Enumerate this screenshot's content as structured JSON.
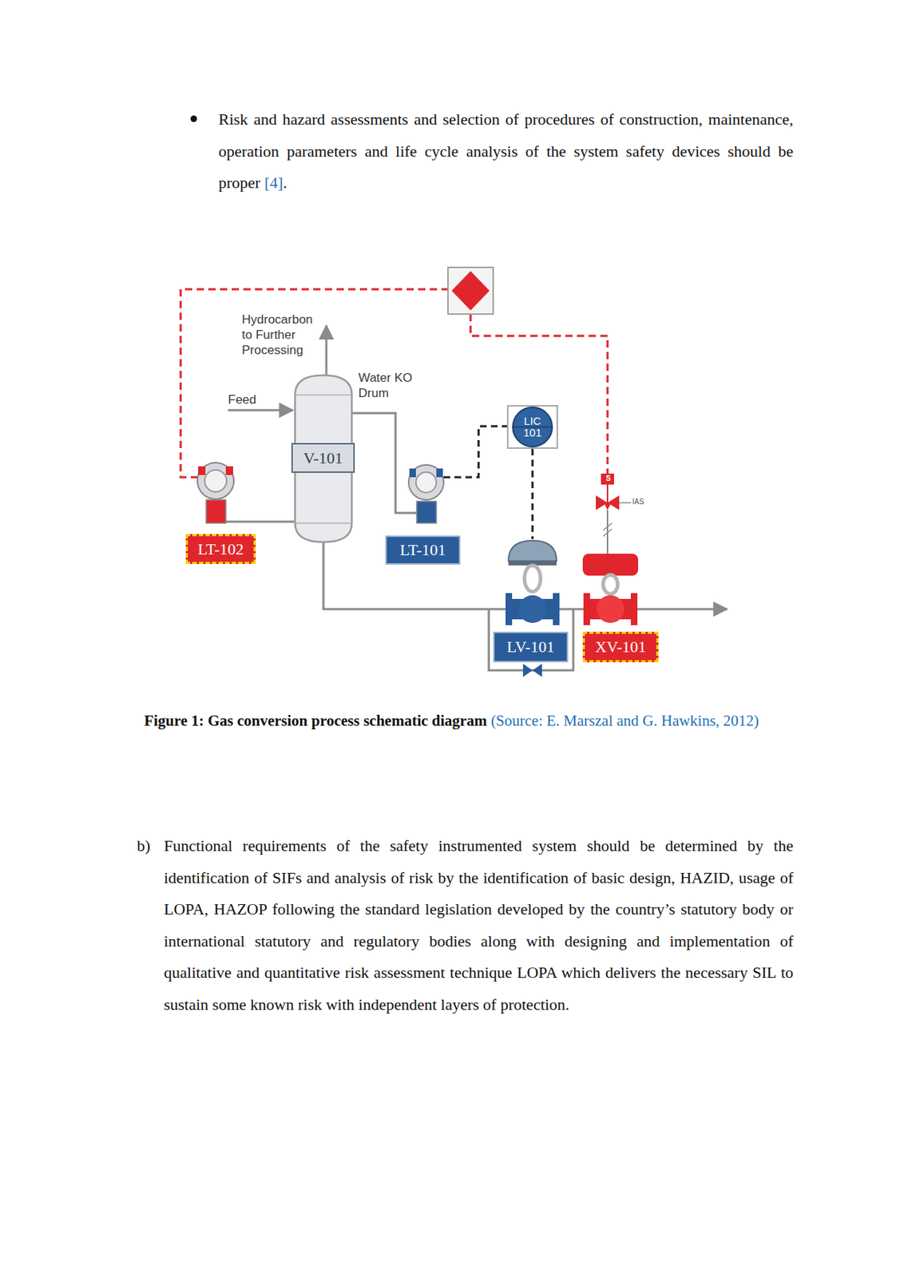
{
  "diagram": {
    "caption": "Figure 1: Gas conversion process schematic diagram",
    "nodes": [
      {
        "text": [
          "V-101"
        ]
      },
      {
        "text": [
          "LT-102"
        ]
      },
      {
        "text": [
          "LT-101"
        ]
      },
      {
        "text": [
          "LIC 101"
        ]
      },
      {
        "text": [
          "LV-101"
        ]
      },
      {
        "text": [
          "XV-101"
        ]
      }
    ],
    "labels": [
      "Risk and hazard assessments and selection of procedures of construction, maintenance, operation parameters and life cycle analysis of the system safety devices should be proper",
      "[4]",
      ".",
      "Hydrocarbon to Further Processing",
      "Feed",
      "Water KO Drum",
      "S",
      "IAS",
      "(Source: E. Marszal and G. Hawkins, 2012)",
      "b)",
      "Functional requirements of the safety instrumented system should be determined by the identification of SIFs and analysis of risk by the identification of basic design, HAZID, usage of LOPA, HAZOP following the standard legislation developed by the country’s statutory body or international statutory and regulatory bodies along with designing and implementation of qualitative and quantitative risk assessment technique LOPA which delivers the necessary SIL to sustain some known risk with independent layers of protection."
    ]
  }
}
